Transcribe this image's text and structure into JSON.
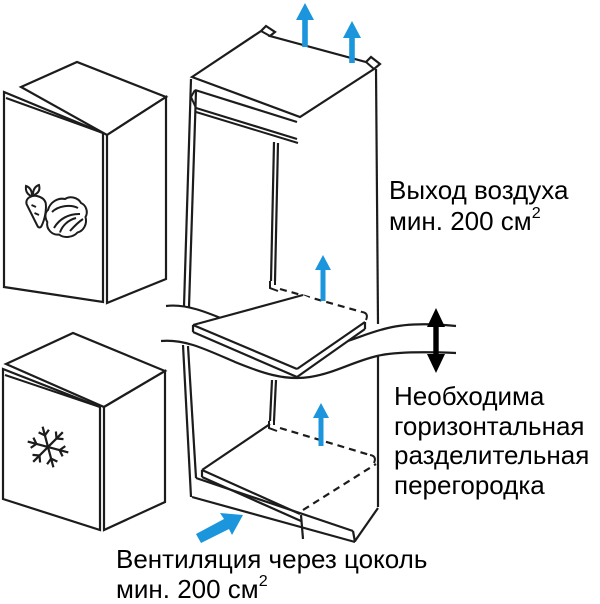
{
  "colors": {
    "background": "#ffffff",
    "line": "#1c1c1c",
    "text": "#000000",
    "arrow_blue": "#1b96dc",
    "arrow_black": "#000000"
  },
  "labels": {
    "air_outlet": {
      "line1": "Выход воздуха",
      "line2": "мин. 200 см",
      "sup": "2"
    },
    "partition": {
      "line1": "Необходима",
      "line2": "горизонтальная",
      "line3": "разделительная",
      "line4": "перегородка"
    },
    "plinth_vent": {
      "line1": "Вентиляция через цоколь",
      "line2": "мин. 200 см",
      "sup": "2"
    }
  },
  "icons": {
    "fridge_door": [
      "carrot-icon",
      "cabbage-icon"
    ],
    "freezer_door": "snowflake-icon",
    "air_out_top": "up-arrow-icon",
    "air_rise_upper": "up-arrow-icon",
    "air_rise_lower": "up-arrow-icon",
    "air_in_plinth": "diagonal-up-arrow-icon",
    "partition_clearance": "double-vertical-arrow-icon"
  }
}
